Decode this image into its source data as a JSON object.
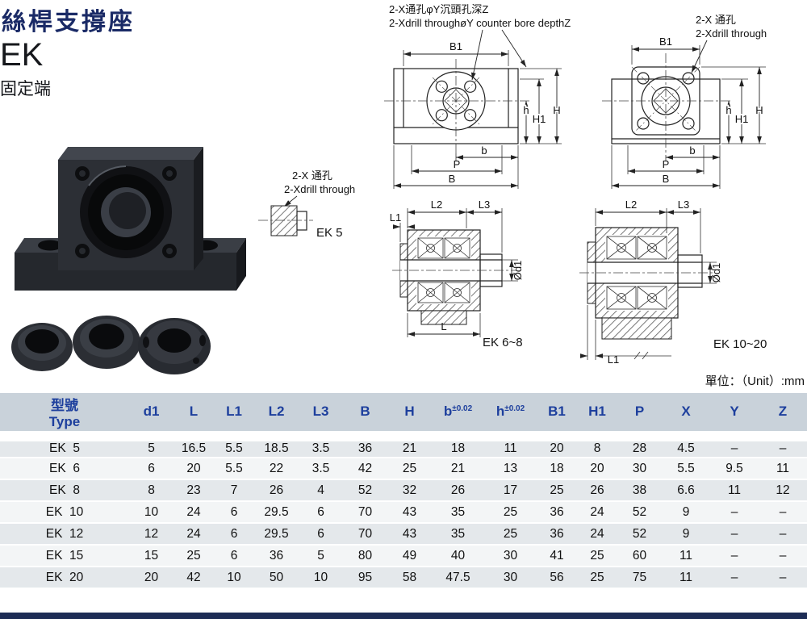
{
  "header": {
    "title": "絲桿支撐座",
    "model": "EK",
    "subtitle": "固定端"
  },
  "drawing": {
    "annotations": {
      "counterbore_cn": "2-X通孔φY沉頭孔深Z",
      "counterbore_en": "2-Xdrill throughøY counter bore depthZ",
      "through_cn": "2-X 通孔",
      "through_en": "2-Xdrill through"
    },
    "view_labels": {
      "ek5": "EK 5",
      "ek68": "EK 6~8",
      "ek1020": "EK 10~20"
    },
    "unit_note": "單位：（Unit）:mm",
    "dims": {
      "B1": "B1",
      "H": "H",
      "H1": "H1",
      "h": "h",
      "b": "b",
      "P": "P",
      "B": "B",
      "L": "L",
      "L1": "L1",
      "L2": "L2",
      "L3": "L3",
      "Od1": "Ød1"
    }
  },
  "table": {
    "headers": [
      {
        "label": "型號",
        "label2": "Type"
      },
      {
        "label": "d1",
        "sup": ""
      },
      {
        "label": "L",
        "sup": ""
      },
      {
        "label": "L1",
        "sup": ""
      },
      {
        "label": "L2",
        "sup": ""
      },
      {
        "label": "L3",
        "sup": ""
      },
      {
        "label": "B",
        "sup": ""
      },
      {
        "label": "H",
        "sup": ""
      },
      {
        "label": "b",
        "sup": "±0.02"
      },
      {
        "label": "h",
        "sup": "±0.02"
      },
      {
        "label": "B1",
        "sup": ""
      },
      {
        "label": "H1",
        "sup": ""
      },
      {
        "label": "P",
        "sup": ""
      },
      {
        "label": "X",
        "sup": ""
      },
      {
        "label": "Y",
        "sup": ""
      },
      {
        "label": "Z",
        "sup": ""
      }
    ],
    "rows": [
      {
        "type": "EK  5",
        "values": [
          "5",
          "16.5",
          "5.5",
          "18.5",
          "3.5",
          "36",
          "21",
          "18",
          "11",
          "20",
          "8",
          "28",
          "4.5",
          "–",
          "–"
        ]
      },
      {
        "type": "EK  6",
        "values": [
          "6",
          "20",
          "5.5",
          "22",
          "3.5",
          "42",
          "25",
          "21",
          "13",
          "18",
          "20",
          "30",
          "5.5",
          "9.5",
          "11"
        ]
      },
      {
        "type": "EK  8",
        "values": [
          "8",
          "23",
          "7",
          "26",
          "4",
          "52",
          "32",
          "26",
          "17",
          "25",
          "26",
          "38",
          "6.6",
          "11",
          "12"
        ]
      },
      {
        "type": "EK  10",
        "values": [
          "10",
          "24",
          "6",
          "29.5",
          "6",
          "70",
          "43",
          "35",
          "25",
          "36",
          "24",
          "52",
          "9",
          "–",
          "–"
        ]
      },
      {
        "type": "EK  12",
        "values": [
          "12",
          "24",
          "6",
          "29.5",
          "6",
          "70",
          "43",
          "35",
          "25",
          "36",
          "24",
          "52",
          "9",
          "–",
          "–"
        ]
      },
      {
        "type": "EK  15",
        "values": [
          "15",
          "25",
          "6",
          "36",
          "5",
          "80",
          "49",
          "40",
          "30",
          "41",
          "25",
          "60",
          "11",
          "–",
          "–"
        ]
      },
      {
        "type": "EK  20",
        "values": [
          "20",
          "42",
          "10",
          "50",
          "10",
          "95",
          "58",
          "47.5",
          "30",
          "56",
          "25",
          "75",
          "11",
          "–",
          "–"
        ]
      }
    ]
  },
  "colors": {
    "title": "#1a2a66",
    "table_header_bg": "#c9d2da",
    "table_header_text": "#1d3f9d",
    "row_odd": "#e4e8eb",
    "row_even": "#f3f5f6",
    "footer_bar": "#1d2c55"
  }
}
